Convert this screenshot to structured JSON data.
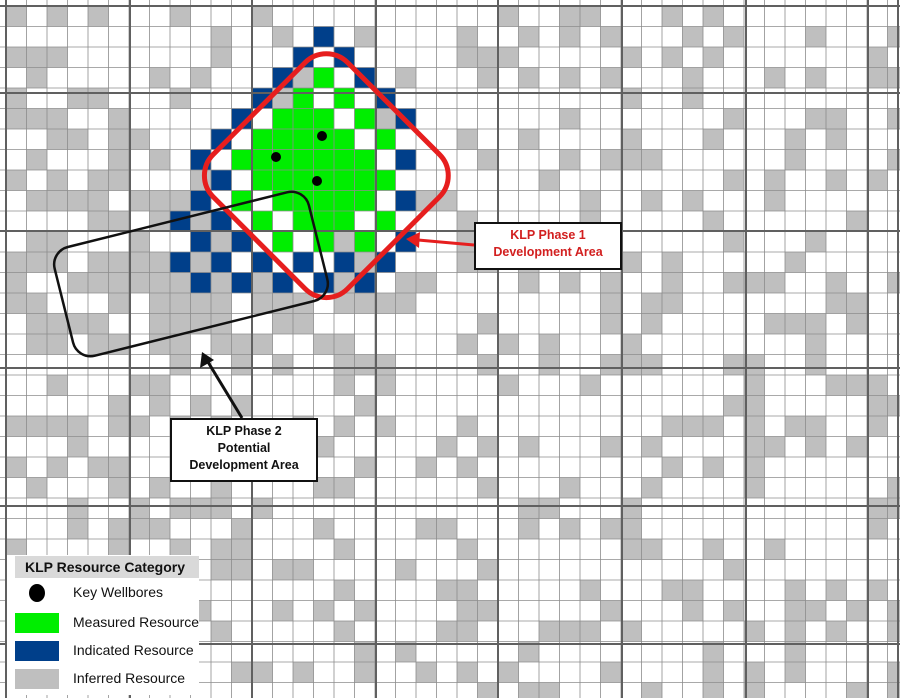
{
  "map": {
    "colors": {
      "measured": "#00ee00",
      "indicated": "#003f8a",
      "inferred": "#bfbfbf",
      "grid_minor": "#8c8c8c",
      "grid_major": "#606060",
      "phase1_outline": "#e61e1e",
      "phase2_outline": "#111111"
    },
    "wellbores_count_shown": 3
  },
  "callouts": {
    "phase1": {
      "line1": "KLP Phase 1",
      "line2": "Development Area"
    },
    "phase2": {
      "line1": "KLP Phase 2",
      "line2": "Potential",
      "line3": "Development Area"
    }
  },
  "legend": {
    "title": "KLP Resource Category",
    "items": [
      {
        "label": "Key Wellbores",
        "icon": "black-dot-icon"
      },
      {
        "label": "Measured Resource",
        "color": "#00ee00"
      },
      {
        "label": "Indicated Resource",
        "color": "#003f8a"
      },
      {
        "label": "Inferred Resource",
        "color": "#bfbfbf"
      }
    ]
  }
}
